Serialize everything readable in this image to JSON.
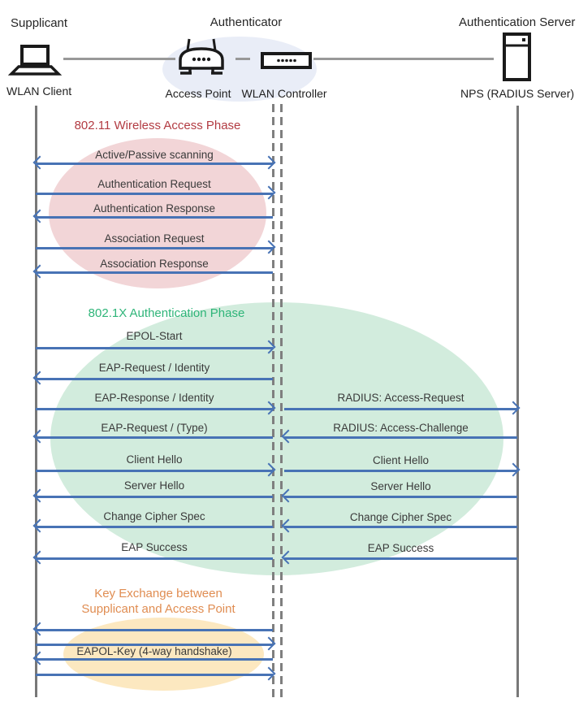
{
  "header": {
    "roles": {
      "supplicant": "Supplicant",
      "authenticator": "Authenticator",
      "auth_server": "Authentication Server"
    },
    "devices": {
      "wlan_client": "WLAN Client",
      "access_point": "Access Point",
      "wlan_controller": "WLAN Controller",
      "nps": "NPS (RADIUS Server)"
    }
  },
  "phases": {
    "p80211": {
      "title": "802.11 Wireless Access Phase",
      "color": "#b23b42",
      "ellipse_color": "#f2d5d7"
    },
    "p8021x": {
      "title": "802.1X Authentication Phase",
      "color": "#2fb579",
      "ellipse_color": "#d2ecdd"
    },
    "key_exchange": {
      "title_line1": "Key Exchange between",
      "title_line2": "Supplicant and Access Point",
      "color": "#e08d52",
      "ellipse_color": "#fce8c0"
    }
  },
  "messages": {
    "left": [
      {
        "label": "Active/Passive scanning",
        "direction": "both"
      },
      {
        "label": "Authentication Request",
        "direction": "right"
      },
      {
        "label": "Authentication Response",
        "direction": "left"
      },
      {
        "label": "Association Request",
        "direction": "right"
      },
      {
        "label": "Association Response",
        "direction": "left"
      },
      {
        "label": "EPOL-Start",
        "direction": "right"
      },
      {
        "label": "EAP-Request / Identity",
        "direction": "left"
      },
      {
        "label": "EAP-Response / Identity",
        "direction": "right"
      },
      {
        "label": "EAP-Request / (Type)",
        "direction": "left"
      },
      {
        "label": "Client Hello",
        "direction": "right"
      },
      {
        "label": "Server Hello",
        "direction": "left"
      },
      {
        "label": "Change Cipher Spec",
        "direction": "left"
      },
      {
        "label": "EAP Success",
        "direction": "left"
      },
      {
        "label": "EAPOL-Key (4-way handshake)",
        "direction": "left,right,left,right"
      }
    ],
    "right": [
      {
        "label": "RADIUS: Access-Request",
        "direction": "right"
      },
      {
        "label": "RADIUS: Access-Challenge",
        "direction": "left"
      },
      {
        "label": "Client Hello",
        "direction": "right"
      },
      {
        "label": "Server Hello",
        "direction": "left"
      },
      {
        "label": "Change Cipher Spec",
        "direction": "left"
      },
      {
        "label": "EAP Success",
        "direction": "left"
      }
    ]
  },
  "colors": {
    "arrow": "#4873b5",
    "lifeline": "#787878",
    "authenticator_highlight": "#e9edf7"
  }
}
